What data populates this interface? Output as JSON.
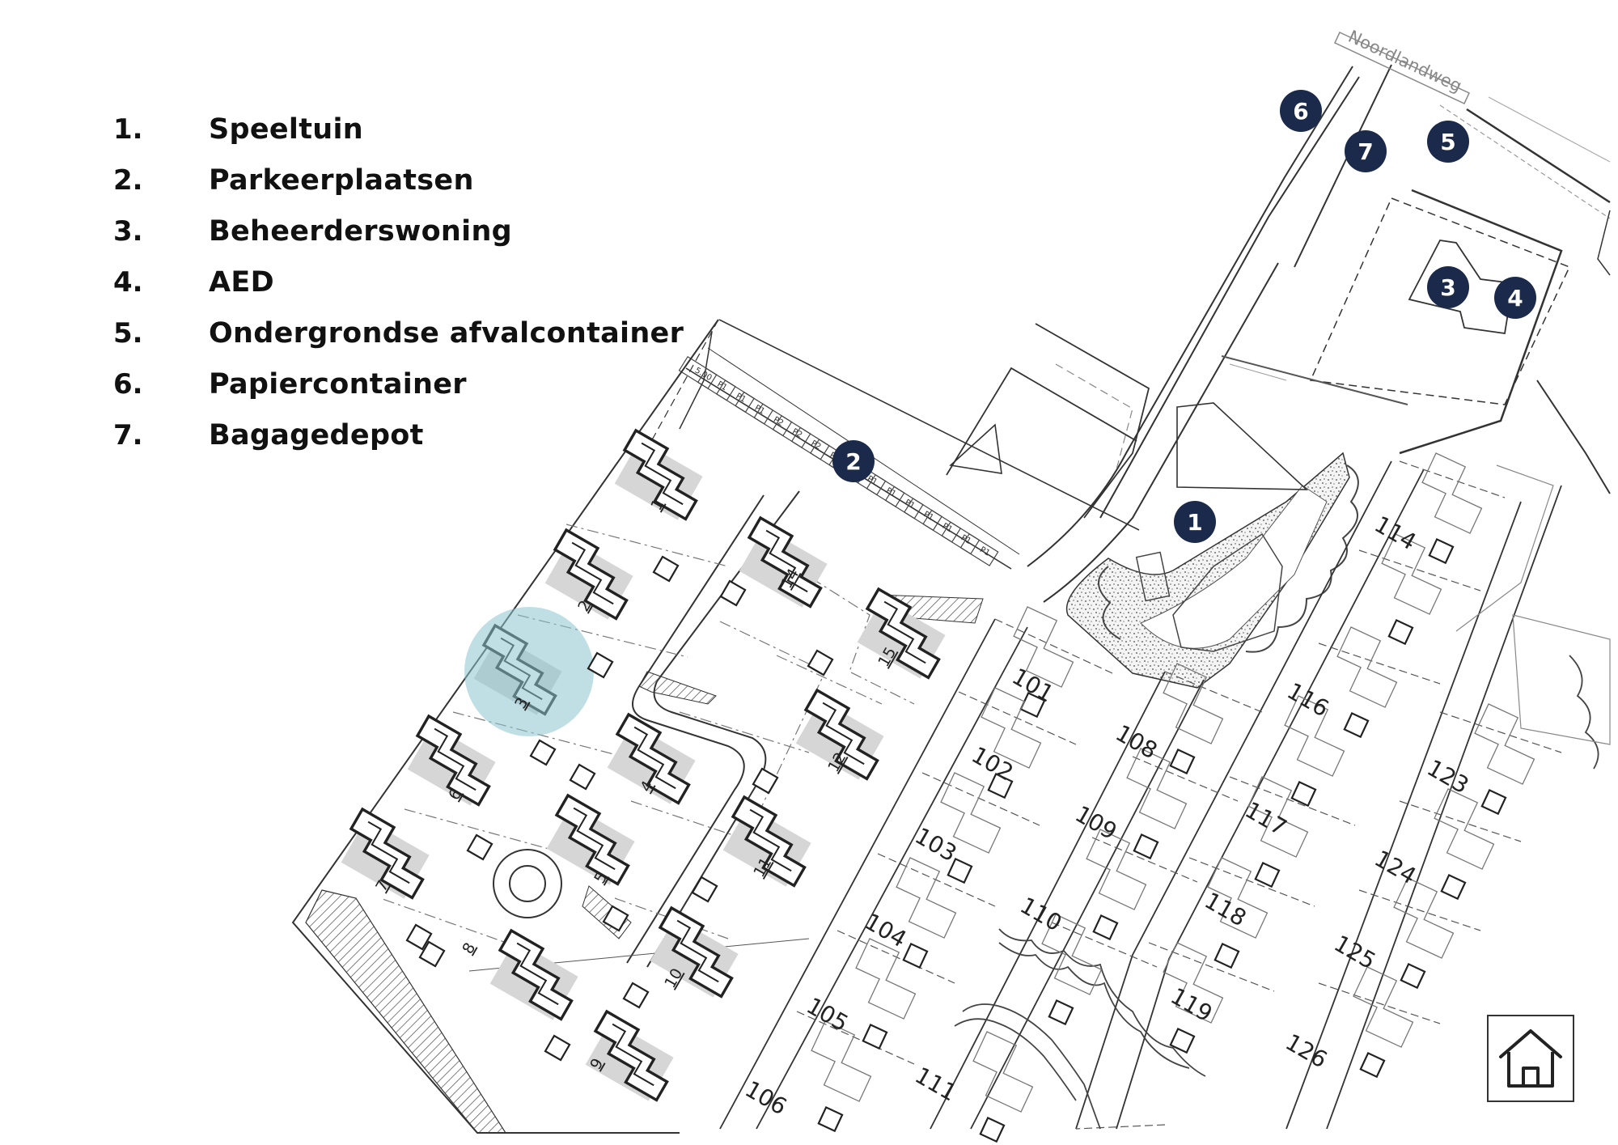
{
  "legend": {
    "items": [
      {
        "num": "1.",
        "label": "Speeltuin"
      },
      {
        "num": "2.",
        "label": "Parkeerplaatsen"
      },
      {
        "num": "3.",
        "label": "Beheerderswoning"
      },
      {
        "num": "4.",
        "label": "AED"
      },
      {
        "num": "5.",
        "label": "Ondergrondse afvalcontainer"
      },
      {
        "num": "6.",
        "label": "Papiercontainer"
      },
      {
        "num": "7.",
        "label": "Bagagedepot"
      }
    ]
  },
  "map": {
    "street_name": "Noordlandweg",
    "markers": [
      "1",
      "2",
      "3",
      "4",
      "5",
      "6",
      "7"
    ],
    "parking_labels": [
      "5.00",
      "P1",
      "P1",
      "P1",
      "P2",
      "P2",
      "P2",
      "P2",
      "P1",
      "P1",
      "P1",
      "P1",
      "P1",
      "P1",
      "P1",
      "P1"
    ],
    "plots_left": [
      "1",
      "2",
      "3",
      "4",
      "5",
      "6",
      "7",
      "8",
      "9",
      "10",
      "11",
      "12",
      "14",
      "15"
    ],
    "plots_right": [
      "101",
      "102",
      "103",
      "104",
      "105",
      "106",
      "108",
      "109",
      "110",
      "111",
      "114",
      "116",
      "117",
      "118",
      "119",
      "123",
      "124",
      "125",
      "126"
    ],
    "highlight_plot": "3",
    "colors": {
      "marker_fill": "#1b2a4a",
      "marker_text": "#ffffff",
      "line": "#2a2a2a",
      "house_shadow": "#d4d4d4",
      "highlight": "#8cc5ce"
    }
  },
  "home_button": {
    "icon": "home-icon"
  }
}
